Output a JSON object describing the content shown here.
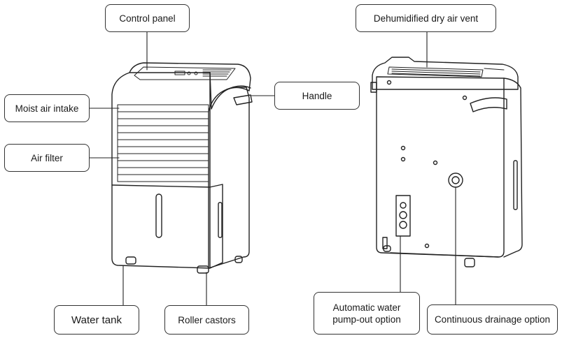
{
  "labels": {
    "control_panel": "Control panel",
    "moist_air_intake": "Moist air intake",
    "air_filter": "Air filter",
    "handle": "Handle",
    "water_tank": "Water tank",
    "roller_castors": "Roller castors",
    "dry_air_vent": "Dehumidified dry air vent",
    "pump_out_line1": "Automatic water",
    "pump_out_line2": "pump-out option",
    "continuous_drainage": "Continuous drainage option"
  },
  "colors": {
    "stroke": "#222222",
    "background": "#ffffff"
  }
}
